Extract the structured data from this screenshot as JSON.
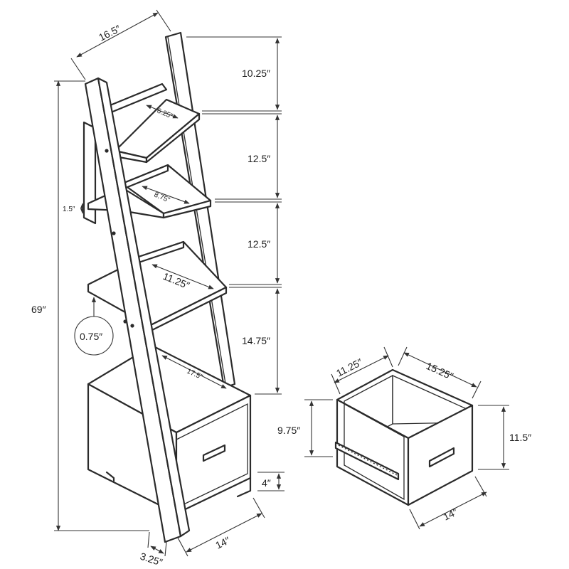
{
  "dimensions": {
    "top_width": "16.5″",
    "total_height": "69″",
    "gap_top": "10.25″",
    "gap_1": "12.5″",
    "gap_2": "12.5″",
    "gap_3": "14.75″",
    "shelf1_depth": "6.25″",
    "shelf2_depth": "8.75″",
    "shelf3_depth": "11.25″",
    "cabinet_depth": "17.5″",
    "lip_height": "1.5″",
    "thickness": "0.75″",
    "base_height": "4″",
    "cabinet_width": "14″",
    "leg_depth": "3.25″",
    "drawer_depth_top": "11.25″",
    "drawer_length": "15.25″",
    "drawer_inner_height": "9.75″",
    "drawer_height": "11.5″",
    "drawer_width": "14″"
  },
  "arrow_color": "#333333",
  "line_color": "#2b2b2b"
}
